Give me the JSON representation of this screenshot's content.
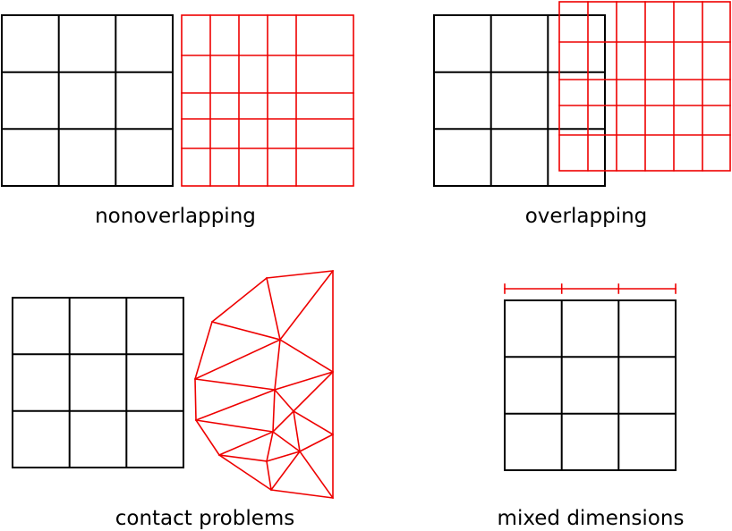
{
  "panels": [
    {
      "id": "nonoverlapping",
      "caption": "nonoverlapping"
    },
    {
      "id": "overlapping",
      "caption": "overlapping"
    },
    {
      "id": "contact-problems",
      "caption": "contact problems"
    },
    {
      "id": "mixed-dimensions",
      "caption": "mixed dimensions"
    }
  ],
  "colors": {
    "coarse_grid": "#000000",
    "fine_mesh": "#ee0000",
    "background": "#ffffff"
  }
}
